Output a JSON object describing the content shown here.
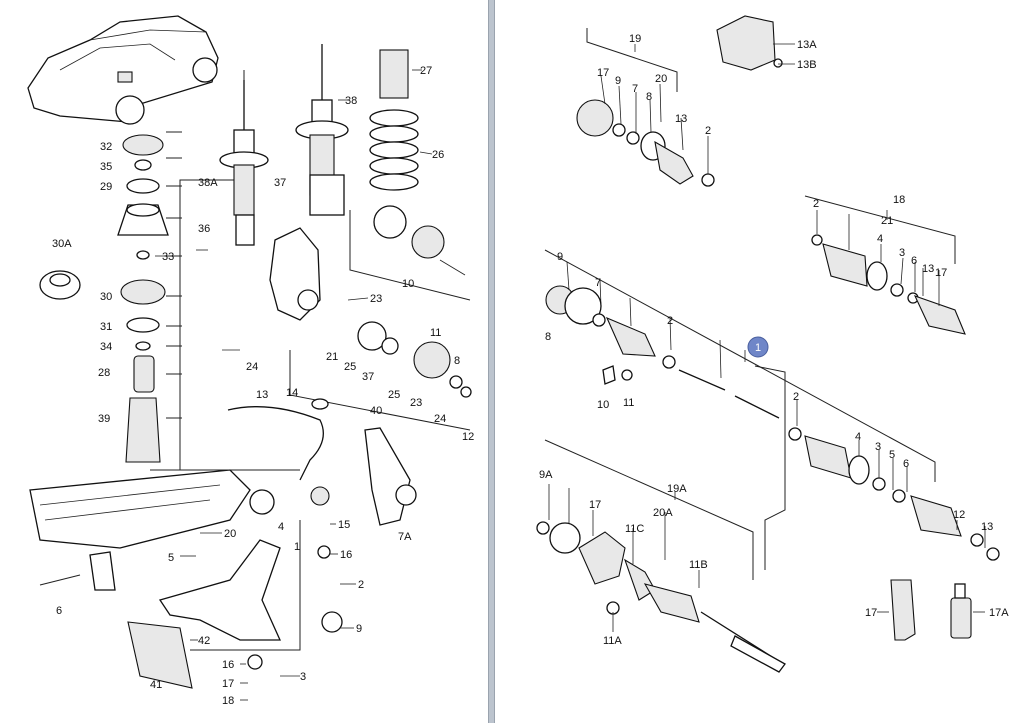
{
  "left_labels": {
    "l27": "27",
    "l38": "38",
    "l32": "32",
    "l35": "35",
    "l29": "29",
    "l38a": "38A",
    "l37": "37",
    "l26": "26",
    "l30a": "30A",
    "l36": "36",
    "l33": "33",
    "l30": "30",
    "l23": "23",
    "l10": "10",
    "l31": "31",
    "l34": "34",
    "l21": "21",
    "l11": "11",
    "l24": "24",
    "l25": "25",
    "l8": "8",
    "l28": "28",
    "l37b": "37",
    "l25b": "25",
    "l13": "13",
    "l14": "14",
    "l40": "40",
    "l23b": "23",
    "l24b": "24",
    "l39": "39",
    "l12": "12",
    "l4": "4",
    "l20": "20",
    "l15": "15",
    "l1": "1",
    "l5": "5",
    "l16": "16",
    "l7a": "7A",
    "l6": "6",
    "l2": "2",
    "l9": "9",
    "l42": "42",
    "l16b": "16",
    "l3": "3",
    "l17": "17",
    "l41": "41",
    "l18": "18"
  },
  "right_labels": {
    "r19": "19",
    "r13a": "13A",
    "r13b": "13B",
    "r17": "17",
    "r9": "9",
    "r7": "7",
    "r8": "8",
    "r20": "20",
    "r13": "13",
    "r2": "2",
    "r18": "18",
    "r2b": "2",
    "r21": "21",
    "r4": "4",
    "r3": "3",
    "r6": "6",
    "r13c": "13",
    "r17b": "17",
    "r9b": "9",
    "r7b": "7",
    "r8b": "8",
    "r2c": "2",
    "r1": "1",
    "r10": "10",
    "r11": "11",
    "r2d": "2",
    "r4b": "4",
    "r3b": "3",
    "r5": "5",
    "r6b": "6",
    "r9a": "9A",
    "r19a": "19A",
    "r17c": "17",
    "r11c": "11C",
    "r20a": "20A",
    "r11b": "11B",
    "r12": "12",
    "r13d": "13",
    "r11a": "11A",
    "r17d": "17",
    "r17a": "17A"
  }
}
